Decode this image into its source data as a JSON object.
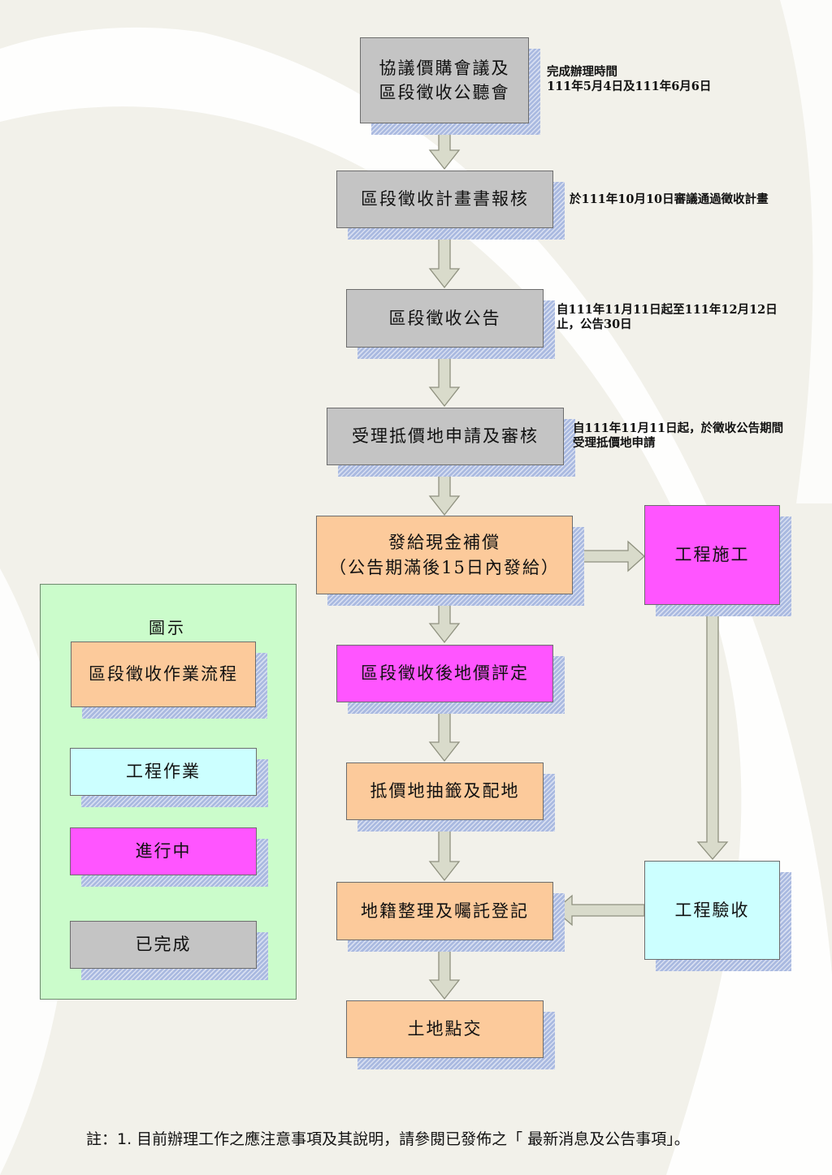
{
  "colors": {
    "completed": "#c4c4c4",
    "acquisition_process": "#fcca9b",
    "in_progress": "#ff55ff",
    "engineering": "#ccffff",
    "legend_panel": "#cbfccb",
    "arrow_fill": "#d9dbcb"
  },
  "flow": {
    "step1": {
      "line1": "協議價購會議及",
      "line2": "區段徵收公聽會"
    },
    "step2": {
      "label": "區段徵收計畫書報核"
    },
    "step3": {
      "label": "區段徵收公告"
    },
    "step4": {
      "label": "受理抵價地申請及審核"
    },
    "step5": {
      "line1": "發給現金補償",
      "line2": "（公告期滿後15日內發給）"
    },
    "step6": {
      "label": "區段徵收後地價評定"
    },
    "step7": {
      "label": "抵價地抽籤及配地"
    },
    "step8": {
      "label": "地籍整理及囑託登記"
    },
    "step9": {
      "label": "土地點交"
    },
    "construction": {
      "label": "工程施工"
    },
    "acceptance": {
      "label": "工程驗收"
    }
  },
  "notes": {
    "step1": {
      "line1": "完成辦理時間",
      "line2": "111年5月4日及111年6月6日"
    },
    "step2": {
      "line1": "於111年10月10日審議通過徵收計畫"
    },
    "step3": {
      "line1": "自111年11月11日起至111年12月12日",
      "line2": "止，公告30日"
    },
    "step4": {
      "line1": "自111年11月11日起，於徵收公告期間",
      "line2": "受理抵價地申請"
    }
  },
  "legend": {
    "title": "圖示",
    "acquisition_process": "區段徵收作業流程",
    "engineering": "工程作業",
    "in_progress": "進行中",
    "completed": "已完成"
  },
  "footnote": "註：1. 目前辦理工作之應注意事項及其說明，請參閱已發佈之「 最新消息及公告事項」。"
}
